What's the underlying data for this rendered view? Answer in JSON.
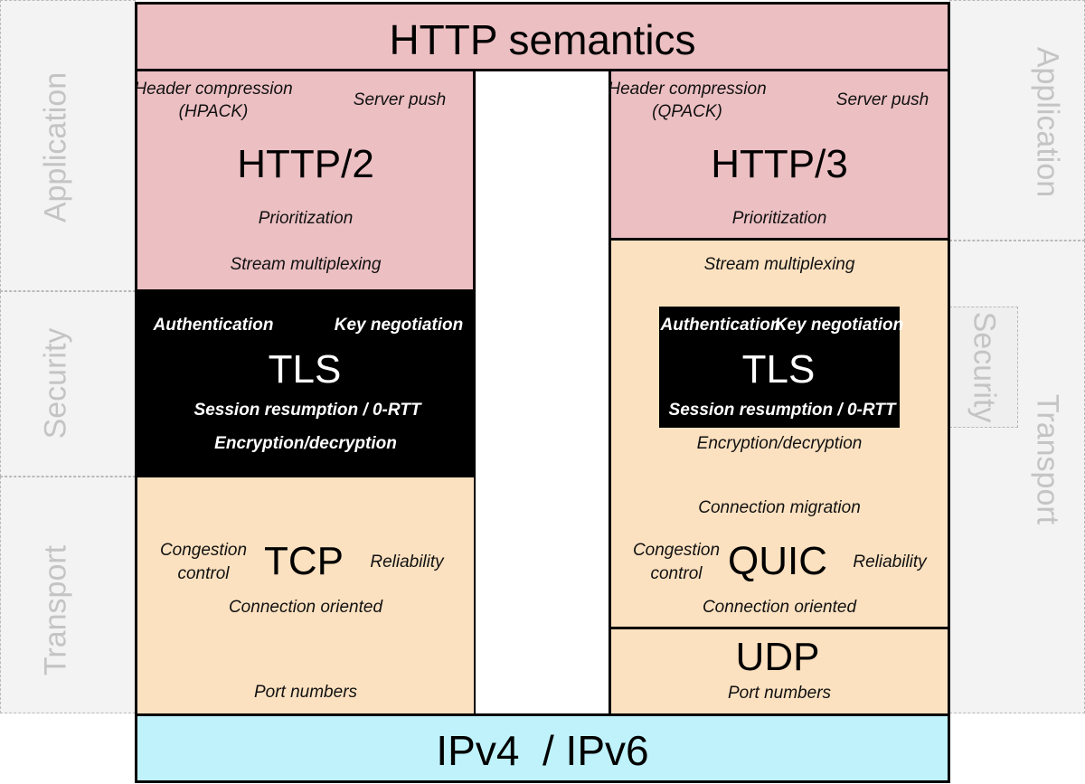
{
  "side_labels": {
    "left": [
      "Application",
      "Security",
      "Transport"
    ],
    "right": [
      "Application",
      "Security",
      "Transport"
    ]
  },
  "top": {
    "title": "HTTP semantics"
  },
  "http2": {
    "title": "HTTP/2",
    "header_compression": "Header compression",
    "hpack": "(HPACK)",
    "server_push": "Server push",
    "prioritization": "Prioritization",
    "stream_multiplexing": "Stream multiplexing"
  },
  "tls_left": {
    "title": "TLS",
    "authentication": "Authentication",
    "key_negotiation": "Key negotiation",
    "session_resumption": "Session resumption / 0-RTT",
    "encryption": "Encryption/decryption"
  },
  "tcp": {
    "title": "TCP",
    "congestion_1": "Congestion",
    "congestion_2": "control",
    "reliability": "Reliability",
    "connection_oriented": "Connection oriented",
    "port_numbers": "Port numbers"
  },
  "http3": {
    "title": "HTTP/3",
    "header_compression": "Header compression",
    "qpack": "(QPACK)",
    "server_push": "Server push",
    "prioritization": "Prioritization"
  },
  "quic": {
    "title": "QUIC",
    "stream_multiplexing": "Stream multiplexing",
    "encryption": "Encryption/decryption",
    "connection_migration": "Connection migration",
    "congestion_1": "Congestion",
    "congestion_2": "control",
    "reliability": "Reliability",
    "connection_oriented": "Connection oriented"
  },
  "tls_right": {
    "title": "TLS",
    "authentication": "Authentication",
    "key_negotiation": "Key negotiation",
    "session_resumption": "Session resumption / 0-RTT"
  },
  "udp": {
    "title": "UDP",
    "port_numbers": "Port numbers"
  },
  "ip": {
    "title": "IPv4  / IPv6"
  },
  "colors": {
    "application": "#ecbfc2",
    "transport": "#fce1c0",
    "security": "#000000",
    "network": "#bff2fb",
    "side_label": "#c4c4c4"
  }
}
